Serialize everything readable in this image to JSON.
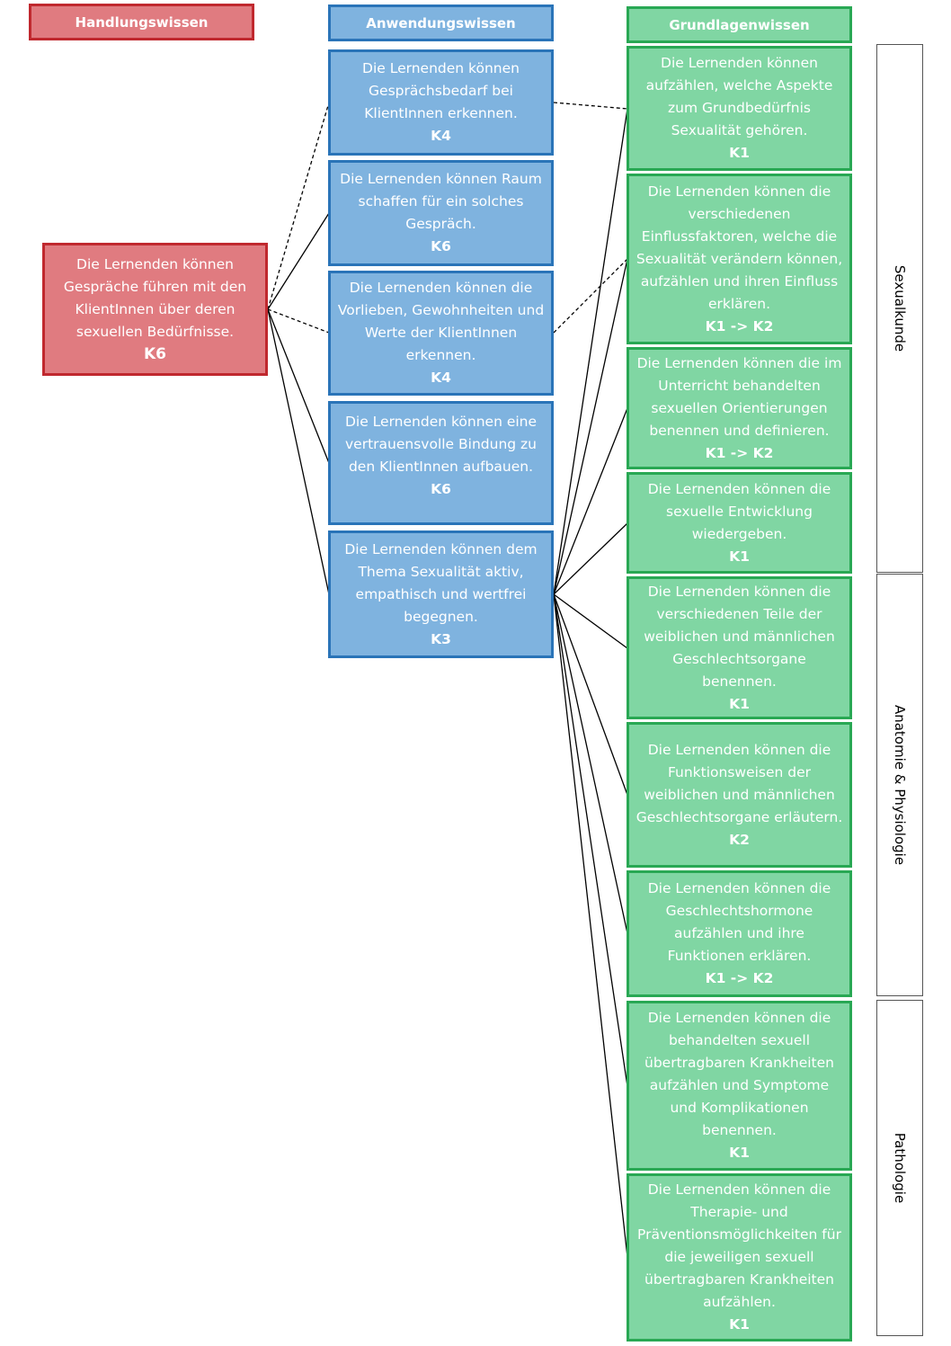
{
  "headers": {
    "handlung": "Handlungswissen",
    "anwendung": "Anwendungswissen",
    "grundlagen": "Grundlagenwissen"
  },
  "handlung": {
    "text": "Die Lernenden können Gespräche führen mit den KlientInnen über deren sexuellen Bedürfnisse.",
    "level": "K6"
  },
  "anwendung": [
    {
      "text": "Die Lernenden können Gesprächsbedarf bei KlientInnen erkennen.",
      "level": "K4"
    },
    {
      "text": "Die Lernenden können Raum schaffen für ein solches Gespräch.",
      "level": "K6"
    },
    {
      "text": "Die Lernenden können die Vorlieben, Gewohnheiten und Werte der KlientInnen erkennen.",
      "level": "K4"
    },
    {
      "text": "Die Lernenden können eine vertrauensvolle Bindung zu den KlientInnen aufbauen.",
      "level": "K6"
    },
    {
      "text": "Die Lernenden können dem Thema Sexualität aktiv, empathisch und wertfrei begegnen.",
      "level": "K3"
    }
  ],
  "grundlagen": [
    {
      "text": "Die Lernenden können aufzählen, welche Aspekte zum Grundbedürfnis Sexualität gehören.",
      "level": "K1"
    },
    {
      "text": "Die Lernenden können die verschiedenen Einflussfaktoren, welche die Sexualität verändern können, aufzählen und ihren Einfluss erklären.",
      "level": "K1 -> K2"
    },
    {
      "text": "Die Lernenden können die im Unterricht behandelten sexuellen Orientierungen benennen und definieren.",
      "level": "K1 -> K2"
    },
    {
      "text": "Die Lernenden können die sexuelle Entwicklung wiedergeben.",
      "level": "K1"
    },
    {
      "text": "Die Lernenden können die verschiedenen Teile der weiblichen und männlichen Geschlechtsorgane benennen.",
      "level": "K1"
    },
    {
      "text": "Die Lernenden können die Funktionsweisen der weiblichen und männlichen Geschlechtsorgane erläutern.",
      "level": "K2"
    },
    {
      "text": "Die Lernenden können die Geschlechtshormone aufzählen und ihre Funktionen erklären.",
      "level": "K1 -> K2"
    },
    {
      "text": "Die Lernenden können die behandelten sexuell übertragbaren Krankheiten aufzählen und Symptome und Komplikationen benennen.",
      "level": "K1"
    },
    {
      "text": "Die Lernenden können die Therapie- und Präventionsmöglichkeiten für die jeweiligen sexuell übertragbaren Krankheiten aufzählen.",
      "level": "K1"
    }
  ],
  "sections": [
    "Sexualkunde",
    "Anatomie & Physiologie",
    "Pathologie"
  ],
  "colors": {
    "red_fill": "#e07b80",
    "red_border": "#c0282e",
    "blue_fill": "#7fb3df",
    "blue_border": "#2a74b8",
    "green_fill": "#80d6a3",
    "green_border": "#29a854"
  }
}
